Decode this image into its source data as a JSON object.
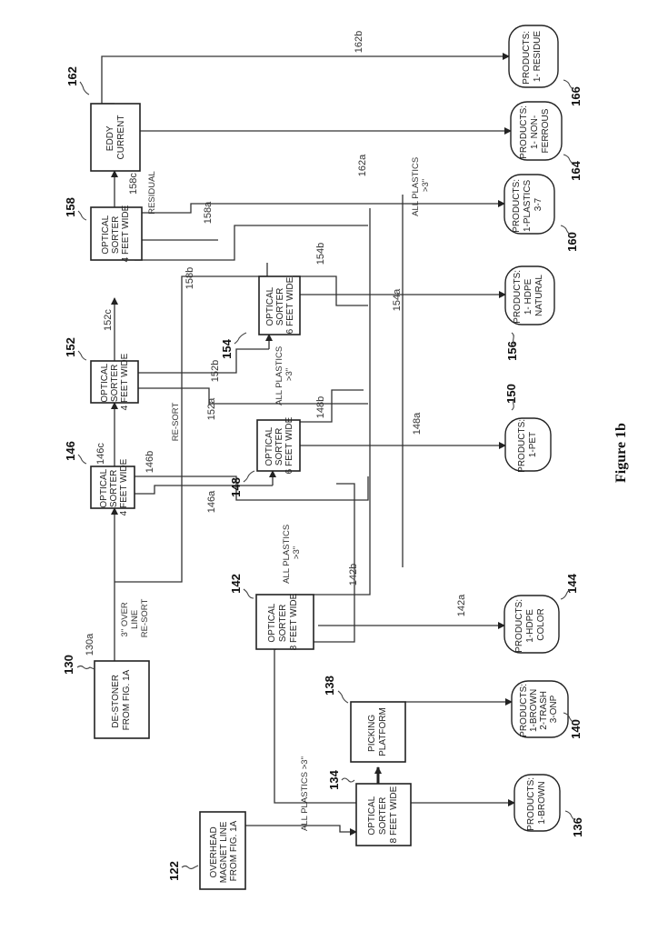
{
  "figure_caption": "Figure 1b",
  "nodes": {
    "n122": {
      "ref": "122",
      "lines": [
        "OVERHEAD",
        "MAGNET LINE",
        "FROM FIG. 1A"
      ]
    },
    "n130": {
      "ref": "130",
      "lines": [
        "DE-STONER",
        "FROM FIG. 1A"
      ]
    },
    "n134": {
      "ref": "134",
      "lines": [
        "OPTICAL",
        "SORTER",
        "8 FEET WIDE"
      ]
    },
    "n138": {
      "ref": "138",
      "lines": [
        "PICKING",
        "PLATFORM"
      ]
    },
    "n142": {
      "ref": "142",
      "lines": [
        "OPTICAL",
        "SORTER",
        "8 FEET WIDE"
      ]
    },
    "n146": {
      "ref": "146",
      "lines": [
        "OPTICAL",
        "SORTER",
        "4 FEET WIDE"
      ]
    },
    "n148": {
      "ref": "148",
      "lines": [
        "OPTICAL",
        "SORTER",
        "6 FEET WIDE"
      ]
    },
    "n152": {
      "ref": "152",
      "lines": [
        "OPTICAL",
        "SORTER",
        "4 FEET WIDE"
      ]
    },
    "n154": {
      "ref": "154",
      "lines": [
        "OPTICAL",
        "SORTER",
        "6 FEET WIDE"
      ]
    },
    "n158": {
      "ref": "158",
      "lines": [
        "OPTICAL",
        "SORTER",
        "4 FEET WIDE"
      ]
    },
    "n162": {
      "ref": "162",
      "lines": [
        "EDDY",
        "CURRENT"
      ]
    }
  },
  "products": {
    "p136": {
      "ref": "136",
      "lines": [
        "PRODUCTS:",
        "1-BROWN"
      ]
    },
    "p140": {
      "ref": "140",
      "lines": [
        "PRODUCTS:",
        "1-BROWN",
        "2-TRASH",
        "3-ONP"
      ]
    },
    "p144": {
      "ref": "144",
      "lines": [
        "PRODUCTS:",
        "1-HDPE",
        "COLOR"
      ]
    },
    "p150": {
      "ref": "150",
      "lines": [
        "PRODUCTS:",
        "1-PET"
      ]
    },
    "p156": {
      "ref": "156",
      "lines": [
        "PRODUCTS:",
        "1- HDPE",
        "NATURAL"
      ]
    },
    "p160": {
      "ref": "160",
      "lines": [
        "PRODUCTS:",
        "1-PLASTICS",
        "3-7"
      ]
    },
    "p164": {
      "ref": "164",
      "lines": [
        "PRODUCTS:",
        "1- NON-",
        "FERROUS"
      ]
    },
    "p166": {
      "ref": "166",
      "lines": [
        "PRODUCTS:",
        "1- RESIDUE"
      ]
    }
  },
  "edge_refs": {
    "r130a": "130a",
    "r142a": "142a",
    "r142b": "142b",
    "r146a": "146a",
    "r146b": "146b",
    "r146c": "146c",
    "r148a": "148a",
    "r148b": "148b",
    "r152a": "152a",
    "r152b": "152b",
    "r152c": "152c",
    "r154a": "154a",
    "r154b": "154b",
    "r158a": "158a",
    "r158b": "158b",
    "r158c": "158c",
    "r162a": "162a",
    "r162b": "162b"
  },
  "edge_labels": {
    "overline": [
      "3\" OVER",
      "LINE",
      "RE-SORT"
    ],
    "resort": "RE-SORT",
    "plastics134": "ALL PLASTICS >3\"",
    "plastics142": [
      "ALL PLASTICS",
      ">3\""
    ],
    "plastics152": [
      "ALL PLASTICS",
      ">3\""
    ],
    "plastics158": [
      "ALL PLASTICS",
      ">3\""
    ],
    "residual": "RESIDUAL"
  }
}
